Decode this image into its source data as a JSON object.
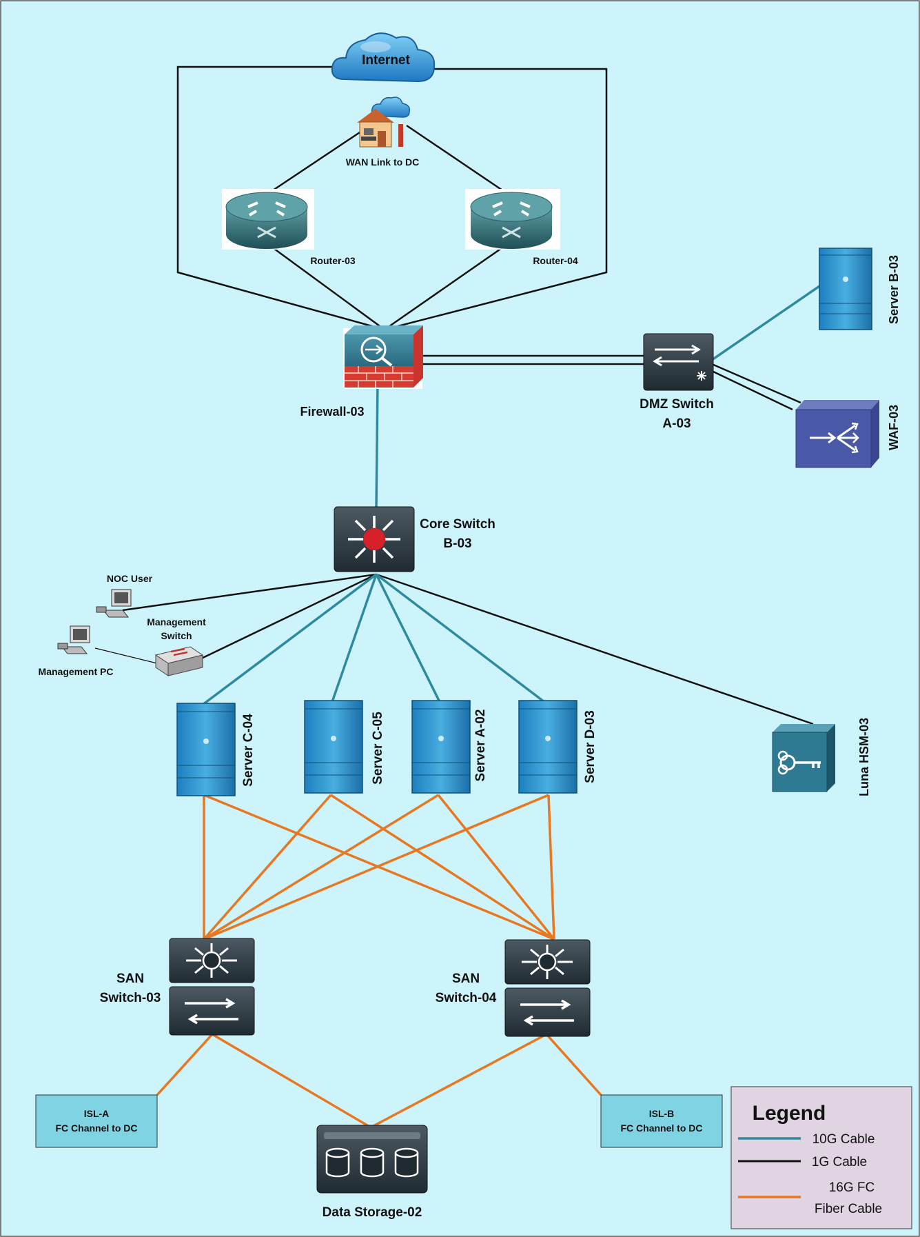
{
  "labels": {
    "internet": "Internet",
    "wan": "WAN Link to DC",
    "router03": "Router-03",
    "router04": "Router-04",
    "serverB03": "Server B-03",
    "firewall": "Firewall-03",
    "dmz_line1": "DMZ Switch",
    "dmz_line2": "A-03",
    "waf": "WAF-03",
    "core_line1": "Core Switch",
    "core_line2": "B-03",
    "noc": "NOC User",
    "mgmt_switch_line1": "Management",
    "mgmt_switch_line2": "Switch",
    "mgmt_pc": "Management PC",
    "serverC04": "Server C-04",
    "serverC05": "Server C-05",
    "serverA02": "Server A-02",
    "serverD03": "Server D-03",
    "hsm": "Luna HSM-03",
    "san3_line1": "SAN",
    "san3_line2": "Switch-03",
    "san4_line1": "SAN",
    "san4_line2": "Switch-04",
    "isla_line1": "ISL-A",
    "isla_line2": "FC Channel to DC",
    "islb_line1": "ISL-B",
    "islb_line2": "FC Channel to DC",
    "storage": "Data Storage-02"
  },
  "legend": {
    "title": "Legend",
    "items": [
      {
        "label": "10G Cable",
        "color": "#2e8aa0"
      },
      {
        "label": "1G Cable",
        "color": "#111111"
      },
      {
        "label_line1": "16G FC",
        "label_line2": "Fiber Cable",
        "color": "#e87722"
      }
    ]
  },
  "colors": {
    "background": "#cdf4fa",
    "cable_10g": "#2e8aa0",
    "cable_1g": "#111111",
    "cable_fc": "#e87722"
  }
}
